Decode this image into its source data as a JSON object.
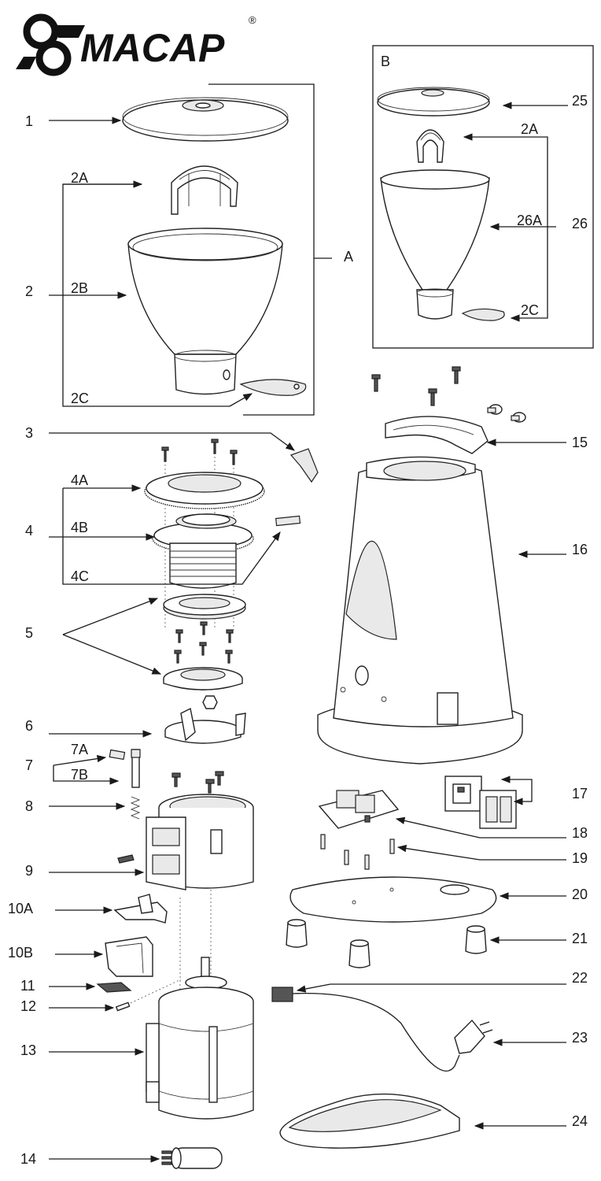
{
  "brand": {
    "name": "MACAP",
    "registered_mark": "®"
  },
  "inset_box": {
    "label": "B"
  },
  "group_label_A": "A",
  "labels": {
    "l1": "1",
    "l2": "2",
    "l2A": "2A",
    "l2B": "2B",
    "l2C": "2C",
    "l3": "3",
    "l4": "4",
    "l4A": "4A",
    "l4B": "4B",
    "l4C": "4C",
    "l5": "5",
    "l6": "6",
    "l7": "7",
    "l7A": "7A",
    "l7B": "7B",
    "l8": "8",
    "l9": "9",
    "l10A": "10A",
    "l10B": "10B",
    "l11": "11",
    "l12": "12",
    "l13": "13",
    "l14": "14",
    "l15": "15",
    "l16": "16",
    "l17": "17",
    "l18": "18",
    "l19": "19",
    "l20": "20",
    "l21": "21",
    "l22": "22",
    "l23": "23",
    "l24": "24",
    "l25": "25",
    "l26": "26",
    "lB2A": "2A",
    "lB26A": "26A",
    "lB2C": "2C"
  }
}
